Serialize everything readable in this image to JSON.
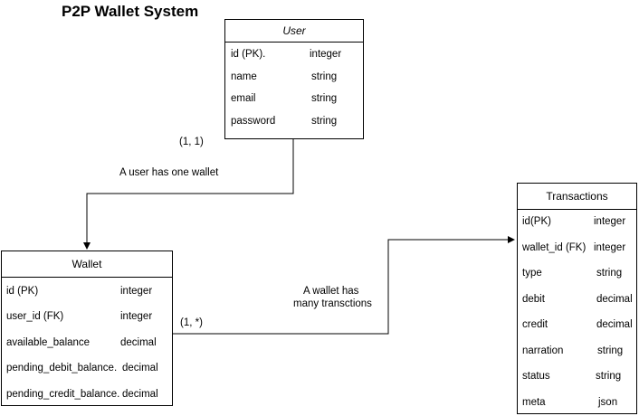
{
  "title": "P2P Wallet System",
  "entities": {
    "user": {
      "name": "User",
      "fields": [
        {
          "name": "id (PK).",
          "type": "integer"
        },
        {
          "name": "name",
          "type": "string"
        },
        {
          "name": "email",
          "type": "string"
        },
        {
          "name": "password",
          "type": "string"
        }
      ]
    },
    "wallet": {
      "name": "Wallet",
      "fields": [
        {
          "name": "id  (PK)",
          "type": "integer"
        },
        {
          "name": "user_id (FK)",
          "type": "integer"
        },
        {
          "name": "available_balance",
          "type": "decimal"
        },
        {
          "name": "pending_debit_balance.",
          "type": "decimal"
        },
        {
          "name": "pending_credit_balance.",
          "type": "decimal"
        }
      ]
    },
    "transactions": {
      "name": "Transactions",
      "fields": [
        {
          "name": "id(PK)",
          "type": "integer"
        },
        {
          "name": "wallet_id (FK)",
          "type": "integer"
        },
        {
          "name": "type",
          "type": "string"
        },
        {
          "name": "debit",
          "type": "decimal"
        },
        {
          "name": "credit",
          "type": "decimal"
        },
        {
          "name": "narration",
          "type": "string"
        },
        {
          "name": "status",
          "type": "string"
        },
        {
          "name": "meta",
          "type": "json"
        }
      ]
    }
  },
  "relations": {
    "user_wallet": {
      "cardinality": "(1, 1)",
      "label": "A user has one wallet"
    },
    "wallet_transactions": {
      "cardinality": "(1, *)",
      "label_line1": "A wallet has",
      "label_line2": "many transctions"
    }
  }
}
